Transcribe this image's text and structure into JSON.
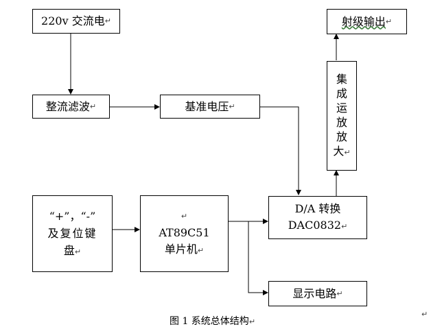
{
  "blocks": {
    "power": "220v 交流电",
    "rectifier": "整流滤波",
    "reference": "基准电压",
    "output": "射级输出",
    "opamp_chars": [
      "集",
      "成",
      "运",
      "放",
      "放",
      "大"
    ],
    "keys_line1": "“+”，“-”",
    "keys_line2": "及复位键",
    "keys_line3": "盘",
    "mcu_line1": "AT89C51",
    "mcu_line2": "单片机",
    "dac_line1": "D/A 转换",
    "dac_line2": "DAC0832",
    "display": "显示电路"
  },
  "caption": "图 1   系统总体结构",
  "return_mark": "↵"
}
